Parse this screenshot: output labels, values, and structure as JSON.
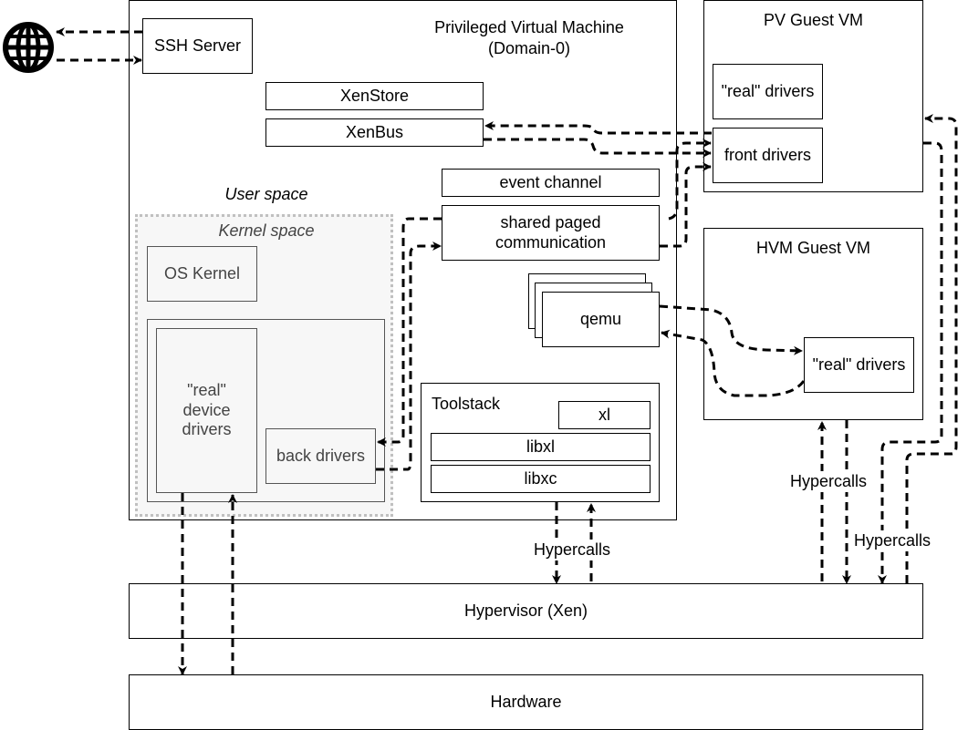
{
  "internet": {
    "icon": "globe-icon"
  },
  "dom0": {
    "title_line1": "Privileged Virtual Machine",
    "title_line2": "(Domain-0)",
    "ssh_server": "SSH Server",
    "xenstore": "XenStore",
    "xenbus": "XenBus",
    "event_channel": "event channel",
    "shared_pages_line1": "shared paged",
    "shared_pages_line2": "communication",
    "qemu": "qemu",
    "user_space": "User space",
    "kernel_space": "Kernel space",
    "os_kernel": "OS Kernel",
    "real_device_drivers_line1": "\"real\"",
    "real_device_drivers_line2": "device",
    "real_device_drivers_line3": "drivers",
    "back_drivers": "back drivers",
    "toolstack": {
      "title": "Toolstack",
      "xl": "xl",
      "libxl": "libxl",
      "libxc": "libxc"
    }
  },
  "pv_guest": {
    "title": "PV Guest VM",
    "real_drivers": "\"real\" drivers",
    "front_drivers": "front drivers"
  },
  "hvm_guest": {
    "title": "HVM Guest VM",
    "real_drivers": "\"real\" drivers"
  },
  "hypercalls_label": "Hypercalls",
  "hypervisor": "Hypervisor (Xen)",
  "hardware": "Hardware"
}
